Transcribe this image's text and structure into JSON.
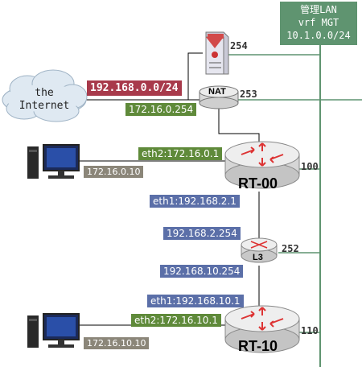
{
  "mgmt": {
    "line1": "管理LAN",
    "line2": "vrf MGT",
    "line3": "10.1.0.0/24"
  },
  "cloud": {
    "line1": "the",
    "line2": "Internet"
  },
  "firewall": {
    "id": "254"
  },
  "nat": {
    "name": "NAT",
    "id": "253"
  },
  "wan_subnet": "192.168.0.0/24",
  "nat_inside_ip": "172.16.0.254",
  "rt00": {
    "name": "RT-00",
    "id": "100",
    "eth2": "eth2:172.16.0.1",
    "eth1": "eth1:192.168.2.1"
  },
  "pc_top": {
    "ip": "172.16.0.10"
  },
  "l3": {
    "name": "L3",
    "id": "252",
    "ip_up": "192.168.2.254",
    "ip_down": "192.168.10.254"
  },
  "rt10": {
    "name": "RT-10",
    "id": "110",
    "eth1": "eth1:192.168.10.1",
    "eth2": "eth2:172.16.10.1"
  },
  "pc_bottom": {
    "ip": "172.16.10.10"
  },
  "colors": {
    "red": "#a83a4b",
    "green": "#5f8a3a",
    "blue": "#5b6fa8",
    "gray": "#8b8679",
    "mgmt_line": "#5f9470"
  }
}
